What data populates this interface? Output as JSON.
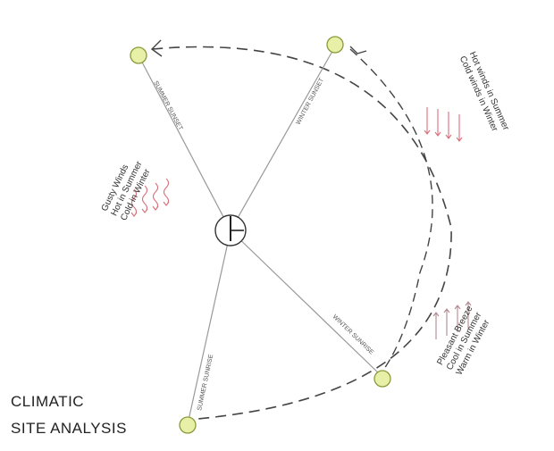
{
  "title": {
    "line1": "CLIMATIC",
    "line2": "SITE ANALYSIS"
  },
  "sun_path_labels": {
    "summer_sunset": "SUMMER SUNSET",
    "winter_sunset": "WINTER SUNSET",
    "summer_sunrise": "SUMMER SUNRISE",
    "winter_sunrise": "WINTER SUNRISE"
  },
  "wind_notes": {
    "west": [
      "Gusty Winds",
      "Hot in Summer",
      "Cold in Winter"
    ],
    "north_east": [
      "Hot winds in Summer",
      "Cold winds in Winter"
    ],
    "south_east": [
      "Pleasant Breeze",
      "Cool in Summer",
      "Warm in Winter"
    ]
  },
  "colors": {
    "sun_fill": "#e8f0a8",
    "sun_stroke": "#8a9a3a",
    "wind_arrow": "#d9707a",
    "wind_arrow_alt": "#b0b0b0",
    "path_line": "#555555"
  },
  "icons": {
    "sun": "sun-position-marker",
    "compass": "north-indicator",
    "wind": "wind-arrow"
  }
}
